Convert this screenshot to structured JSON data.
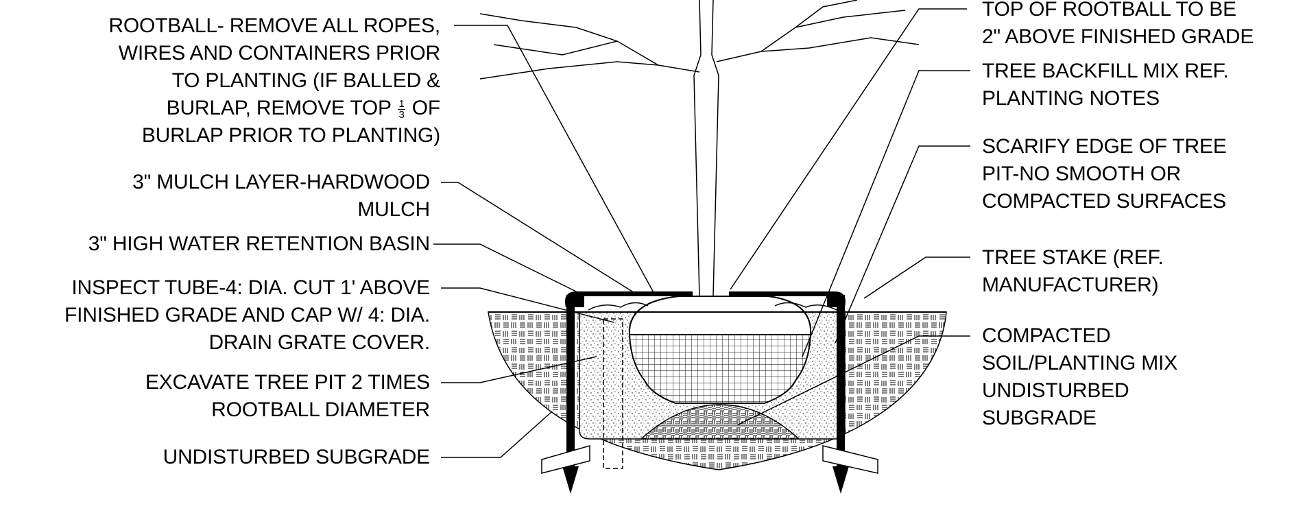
{
  "labels_left": [
    {
      "id": "rootball",
      "lines": [
        "ROOTBALL- REMOVE ALL ROPES,",
        "WIRES AND CONTAINERS PRIOR",
        "TO PLANTING (IF BALLED &"
      ],
      "frac_line": {
        "before": "BURLAP, REMOVE TOP ",
        "num": "1",
        "den": "3",
        "after": " OF"
      },
      "last_line": "BURLAP PRIOR TO PLANTING)"
    },
    {
      "id": "mulch",
      "lines": [
        "3\" MULCH LAYER-HARDWOOD",
        "MULCH"
      ]
    },
    {
      "id": "basin",
      "lines": [
        "3\" HIGH WATER RETENTION BASIN"
      ]
    },
    {
      "id": "tube",
      "lines": [
        "INSPECT TUBE-4: DIA. CUT 1' ABOVE",
        "FINISHED GRADE AND CAP W/ 4: DIA.",
        "DRAIN GRATE COVER."
      ]
    },
    {
      "id": "excavate",
      "lines": [
        "EXCAVATE TREE PIT 2 TIMES",
        "ROOTBALL DIAMETER"
      ]
    },
    {
      "id": "subgrade_left",
      "lines": [
        "UNDISTURBED SUBGRADE"
      ]
    }
  ],
  "labels_right": [
    {
      "id": "top_rootball",
      "lines": [
        "TOP OF ROOTBALL TO BE",
        "2\" ABOVE FINISHED GRADE"
      ]
    },
    {
      "id": "backfill",
      "lines": [
        "TREE BACKFILL MIX REF.",
        "PLANTING NOTES"
      ]
    },
    {
      "id": "scarify",
      "lines": [
        "SCARIFY EDGE OF TREE",
        "PIT-NO SMOOTH OR",
        "COMPACTED SURFACES"
      ]
    },
    {
      "id": "stake",
      "lines": [
        "TREE STAKE (REF.",
        "MANUFACTURER)"
      ]
    },
    {
      "id": "compacted",
      "lines": [
        "COMPACTED",
        "SOIL/PLANTING MIX",
        "UNDISTURBED",
        "SUBGRADE"
      ]
    }
  ],
  "colors": {
    "ink": "#000000",
    "paper": "#ffffff"
  }
}
